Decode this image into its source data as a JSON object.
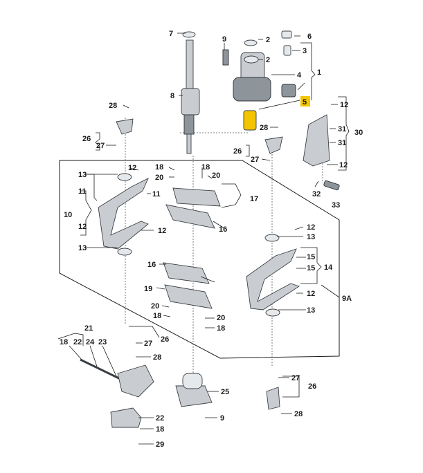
{
  "highlight_color": "#f2c500",
  "callouts": {
    "c7": "7",
    "c9a": "9",
    "c2a": "2",
    "c6": "6",
    "c3": "3",
    "c2b": "2",
    "c4": "4",
    "c1": "1",
    "c5": "5",
    "c8": "8",
    "c28a": "28",
    "c12a": "12",
    "c31a": "31",
    "c30": "30",
    "c31b": "31",
    "c26a": "26",
    "c27a": "27",
    "c28b": "28",
    "c26b": "26",
    "c27b": "27",
    "c12b": "12",
    "c32": "32",
    "c33": "33",
    "c13a": "13",
    "c12c": "12",
    "c18a": "18",
    "c18b": "18",
    "c20a": "20",
    "c20b": "20",
    "c11a": "11",
    "c11b": "11",
    "c10": "10",
    "c17": "17",
    "c12d": "12",
    "c12e": "12",
    "c16a": "16",
    "c13b": "13",
    "c12f": "12",
    "c13c": "13",
    "c15a": "15",
    "c15b": "15",
    "c14": "14",
    "c16b": "16",
    "c9A": "9A",
    "c19": "19",
    "c12g": "12",
    "c20c": "20",
    "c13d": "13",
    "c18c": "18",
    "c20d": "20",
    "c18d": "18",
    "c21": "21",
    "c18e": "18",
    "c22a": "22",
    "c24": "24",
    "c23": "23",
    "c27c": "27",
    "c26c": "26",
    "c28c": "28",
    "c27d": "27",
    "c26d": "26",
    "c25": "25",
    "c9b": "9",
    "c22b": "22",
    "c18f": "18",
    "c28d": "28",
    "c29": "29"
  }
}
